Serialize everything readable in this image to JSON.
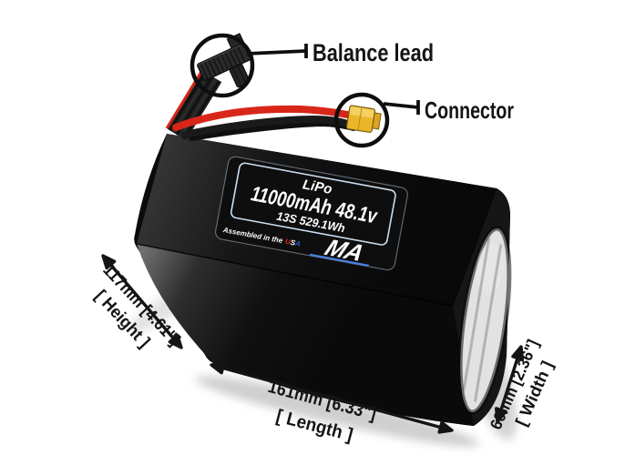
{
  "callouts": {
    "balance_lead": "Balance lead",
    "connector": "Connector"
  },
  "battery_label": {
    "chemistry": "LiPo",
    "spec": "11000mAh 48.1v",
    "config": "13S 529.1Wh",
    "assembled_prefix": "Assembled in the",
    "assembled_usa": {
      "u": "U",
      "s": "S",
      "a": "A"
    },
    "logo_text": "MA"
  },
  "dimensions": {
    "height": {
      "value": "117mm [4.61\"]",
      "label": "[ Height ]"
    },
    "length": {
      "value": "161mm [6.33\"]",
      "label": "[ Length ]"
    },
    "width": {
      "value": "60mm [2.36\"]",
      "label": "[ Width ]"
    }
  },
  "colors": {
    "annotation": "#141414",
    "label_border": "#c9def2",
    "label_text": "#ffffff",
    "logo_blue": "#4a7fdf",
    "usa_red": "#e02a1e",
    "usa_white": "#ffffff",
    "usa_blue": "#2f57cf",
    "wire_red": "#d8261a",
    "wire_black": "#1a1a1a",
    "xt60_yellow": "#e9b62a"
  }
}
